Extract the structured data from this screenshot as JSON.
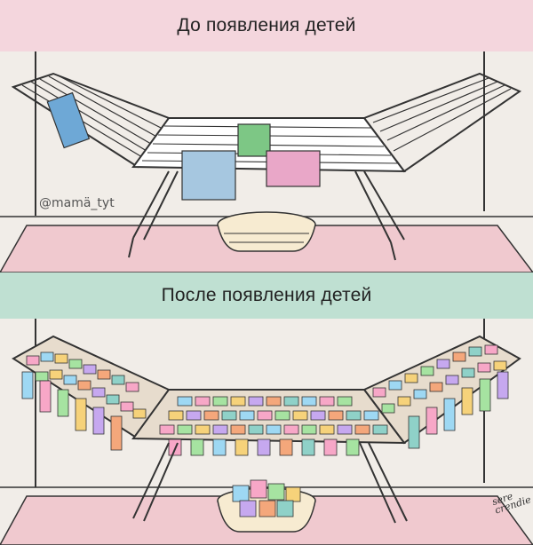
{
  "top_section": {
    "title": "До появления детей",
    "watermark": "@mamä_tyt"
  },
  "bottom_section": {
    "title": "После появления детей",
    "signature": "sere crendie"
  },
  "colors": {
    "top_banner": "#f4d6dd",
    "bottom_banner": "#bfe0d2",
    "rug": "#f0c9cf",
    "frame": "#ffffff",
    "outline": "#2b2b2b"
  }
}
